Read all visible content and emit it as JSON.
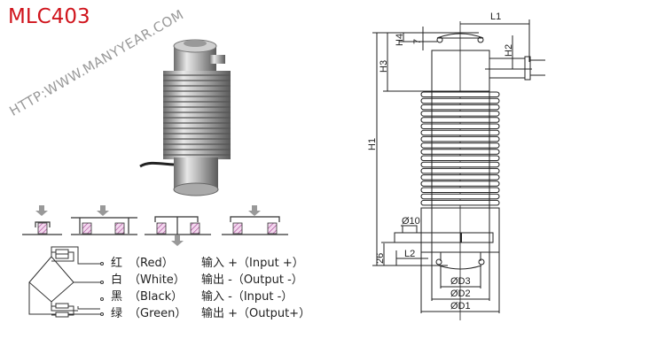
{
  "title": "MLC403",
  "watermark": "HTTP:WWW.MANYYEAR.COM",
  "wiring": [
    {
      "cn": "红",
      "color": "（Red）",
      "func": "输入 +（Input +）"
    },
    {
      "cn": "白",
      "color": "（White）",
      "func": "输出 -（Output -）"
    },
    {
      "cn": "黑",
      "color": "（Black）",
      "func": "输入 -（Input -）"
    },
    {
      "cn": "绿",
      "color": "（Green）",
      "func": "输出 +（Output+）"
    }
  ],
  "dimensions": {
    "L1": "L1",
    "H1": "H1",
    "H2": "H2",
    "H3": "H3",
    "H4": "H4",
    "seven": "7",
    "pin_dia": "Ø10",
    "L2": "L2",
    "twentysix": "26",
    "D3": "ØD3",
    "D2": "ØD2",
    "D1": "ØD1"
  },
  "colors": {
    "title": "#d0141c",
    "strain": "#c060b0"
  }
}
